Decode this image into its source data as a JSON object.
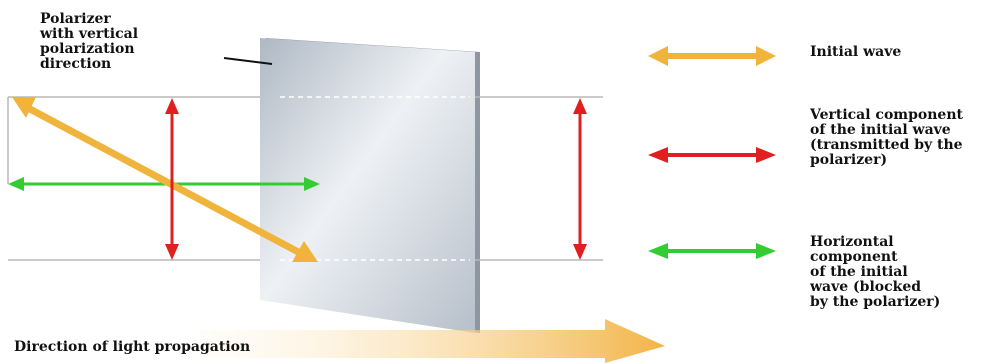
{
  "polarizer_label": [
    "Polarizer",
    "with vertical",
    "polarization",
    "direction"
  ],
  "legend": {
    "initial": [
      "Initial wave"
    ],
    "vertical": [
      "Vertical component",
      "of the initial wave",
      "(transmitted by the",
      "polarizer)"
    ],
    "horizontal": [
      "Horizontal",
      "component",
      "of the initial",
      "wave (blocked",
      "by the polarizer)"
    ]
  },
  "direction_label": "Direction of light propagation",
  "colors": {
    "initial_wave": "#f0b43c",
    "vertical_component": "#e02020",
    "horizontal_component": "#33cc33",
    "polarizer_sheet": "#c9d1da",
    "guide_lines": "#b8b8b8"
  }
}
